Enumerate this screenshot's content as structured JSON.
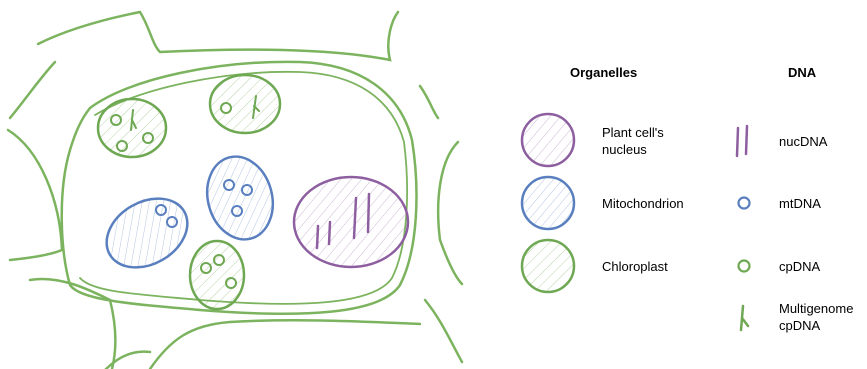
{
  "legend": {
    "organelles_header": "Organelles",
    "dna_header": "DNA",
    "organelles": [
      {
        "label_lines": [
          "Plant cell's",
          "nucleus"
        ],
        "color": "#8e5fa0"
      },
      {
        "label_lines": [
          "Mitochondrion"
        ],
        "color": "#5a7fbf"
      },
      {
        "label_lines": [
          "Chloroplast"
        ],
        "color": "#6fa853"
      }
    ],
    "dna": [
      {
        "label_lines": [
          "nucDNA"
        ],
        "color": "#8e5fa0"
      },
      {
        "label_lines": [
          "mtDNA"
        ],
        "color": "#5a7fbf"
      },
      {
        "label_lines": [
          "cpDNA"
        ],
        "color": "#6fa853"
      },
      {
        "label_lines": [
          "Multigenome",
          "cpDNA"
        ],
        "color": "#6fa853"
      }
    ]
  },
  "colors": {
    "cell_wall": "#7cb35e",
    "nucleus": "#8e5fa0",
    "mitochondrion": "#5a7fbf",
    "chloroplast": "#6fa853"
  }
}
